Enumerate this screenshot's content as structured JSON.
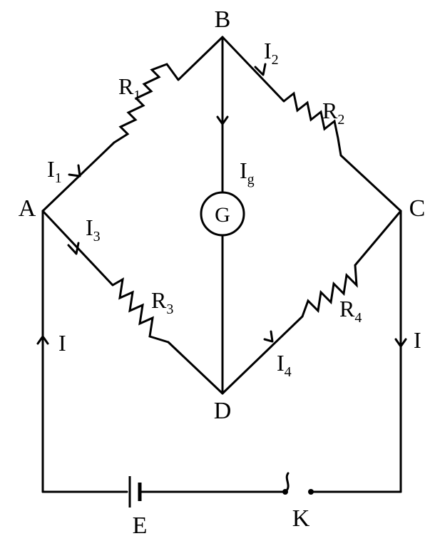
{
  "nodes": {
    "a": "A",
    "b": "B",
    "c": "C",
    "d": "D"
  },
  "resistors": {
    "r1": {
      "main": "R",
      "sub": "1"
    },
    "r2": {
      "main": "R",
      "sub": "2"
    },
    "r3": {
      "main": "R",
      "sub": "3"
    },
    "r4": {
      "main": "R",
      "sub": "4"
    }
  },
  "currents": {
    "i1": {
      "main": "I",
      "sub": "1"
    },
    "i2": {
      "main": "I",
      "sub": "2"
    },
    "i3": {
      "main": "I",
      "sub": "3"
    },
    "i4": {
      "main": "I",
      "sub": "4"
    },
    "ig": {
      "main": "I",
      "sub": "g"
    },
    "i_left": "I",
    "i_right": "I"
  },
  "galvanometer": "G",
  "battery": "E",
  "key": "K"
}
